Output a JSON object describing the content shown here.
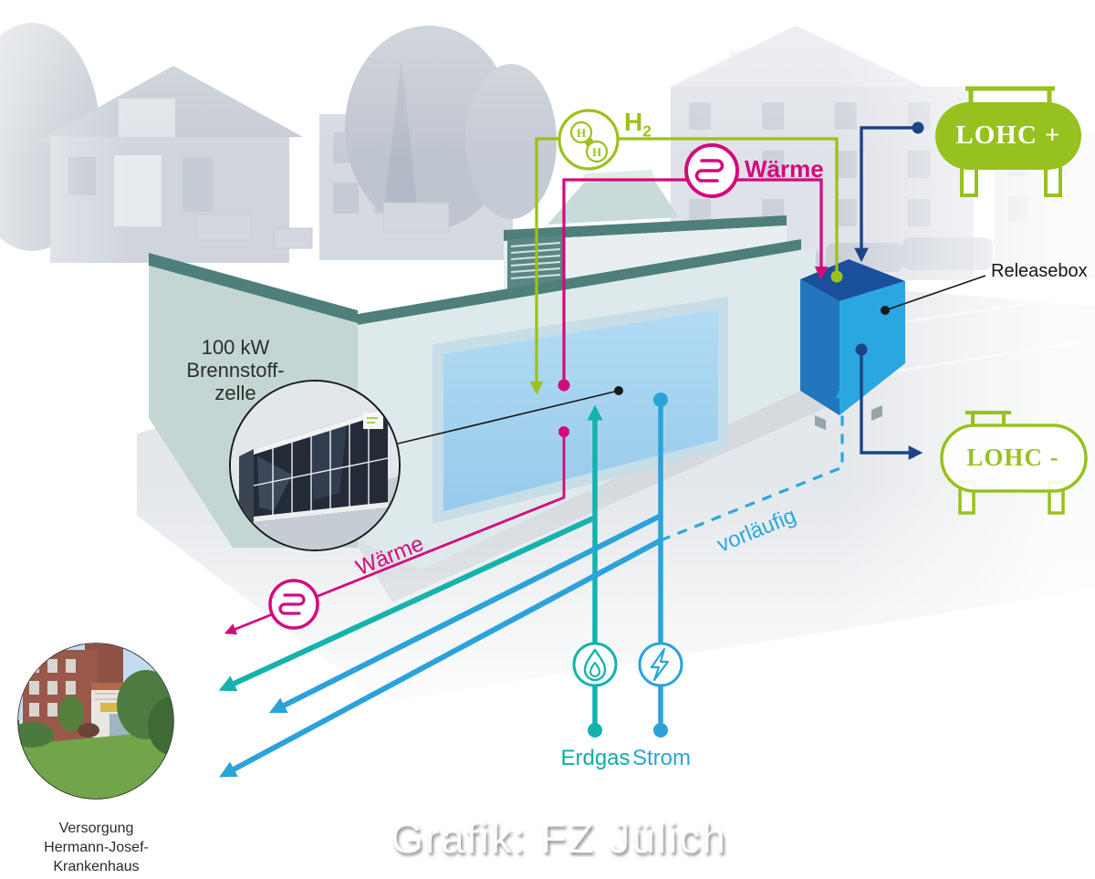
{
  "watermark": "Grafik: FZ Jülich",
  "labels": {
    "fuel_cell": {
      "line1": "100 kW",
      "line2": "Brennstoff-",
      "line3": "zelle"
    },
    "h2": {
      "base": "H",
      "sub": "2"
    },
    "warme_top": "Wärme",
    "warme_bottom": "Wärme",
    "releasebox": "Releasebox",
    "lohc_plus": "LOHC +",
    "lohc_minus": "LOHC -",
    "vorlaufig": "vorläufig",
    "erdgas": "Erdgas",
    "strom": "Strom",
    "hospital": {
      "line1": "Versorgung",
      "line2": "Hermann-Josef-",
      "line3": "Krankenhaus"
    }
  },
  "colors": {
    "green": "#9BC11C",
    "magenta": "#D4097C",
    "navy": "#1C4484",
    "teal": "#14B3AD",
    "blue": "#2BA3DA",
    "sky_blue": "#29A8E0",
    "releasebox_top": "#1A4F9C",
    "releasebox_left": "#2176BE",
    "releasebox_right": "#2AA7E1",
    "wall": "#DEE9EB",
    "wing_wall": "#C3D6D3",
    "roof_band": "#4E7F7B",
    "window_glass": "#A6D4F0",
    "text_dark": "#1E1E1E"
  },
  "icons": [
    "h2-molecule-icon",
    "heat-coil-icon",
    "flame-icon",
    "lightning-icon",
    "tank-icon",
    "fuel-cell-photo",
    "hospital-photo"
  ]
}
